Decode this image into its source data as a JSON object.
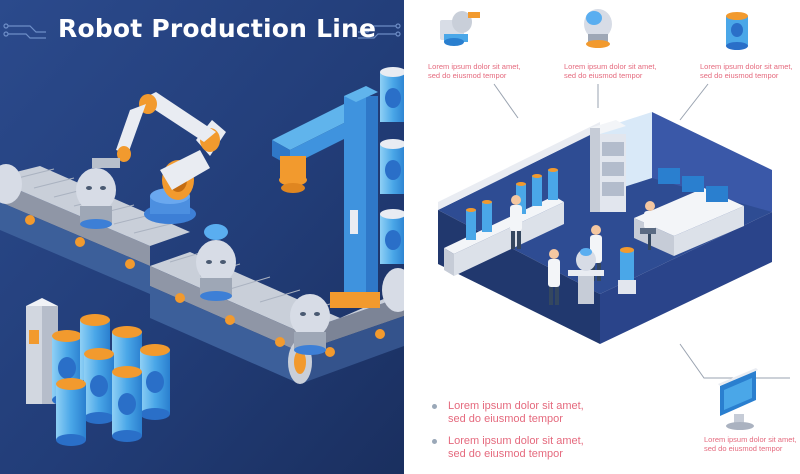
{
  "title": "Robot Production Line",
  "captions": {
    "top_left": [
      "Lorem ipsum dolor sit amet,",
      "sed do eiusmod tempor"
    ],
    "top_center": [
      "Lorem ipsum dolor sit amet,",
      "sed do eiusmod tempor"
    ],
    "top_right": [
      "Lorem ipsum dolor sit amet,",
      "sed do eiusmod tempor"
    ],
    "bottom_1": [
      "Lorem ipsum dolor sit amet,",
      "sed do eiusmod tempor"
    ],
    "bottom_2": [
      "Lorem ipsum dolor sit amet,",
      "sed do eiusmod tempor"
    ],
    "bottom_right": [
      "Lorem ipsum dolor sit amet,",
      "sed do eiusmod tempor"
    ]
  },
  "icons": [
    "robot-arm-with-head-icon",
    "robot-head-icon",
    "brain-capsule-icon",
    "monitor-icon"
  ],
  "colors": {
    "panel_blue": "#24407a",
    "room_floor": "#2e4c93",
    "room_wall": "#3a58a8",
    "accent_orange": "#f29a2e",
    "caption_pink": "#e56a7e"
  }
}
